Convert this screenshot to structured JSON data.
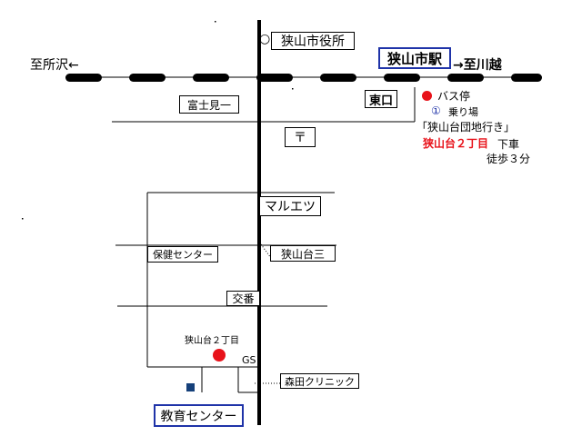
{
  "map": {
    "city_hall": "狭山市役所",
    "city_hall_symbol": "○",
    "station": "狭山市駅",
    "west_direction": "至所沢←",
    "east_direction": "→至川越",
    "east_exit": "東口",
    "fujimi": "富士見一",
    "post_office": "〒",
    "maruetsu": "マルエツ",
    "sayamadai3": "狭山台三",
    "hoken_center": "保健センター",
    "koban": "交番",
    "sayamadai2_dot": "狭山台２丁目",
    "gs": "GS",
    "morita_clinic": "森田クリニック",
    "education_center": "教育センター"
  },
  "directions": {
    "bus_stop": "バス停",
    "platform_number": "①",
    "platform": "乗り場",
    "route": "「狭山台団地行き」",
    "get_off_stop": "狭山台２丁目",
    "get_off_suffix": "下車",
    "walk": "徒歩３分"
  },
  "colors": {
    "accent_blue": "#1f33a8",
    "marker_red": "#e8121a",
    "square_navy": "#15407a"
  }
}
